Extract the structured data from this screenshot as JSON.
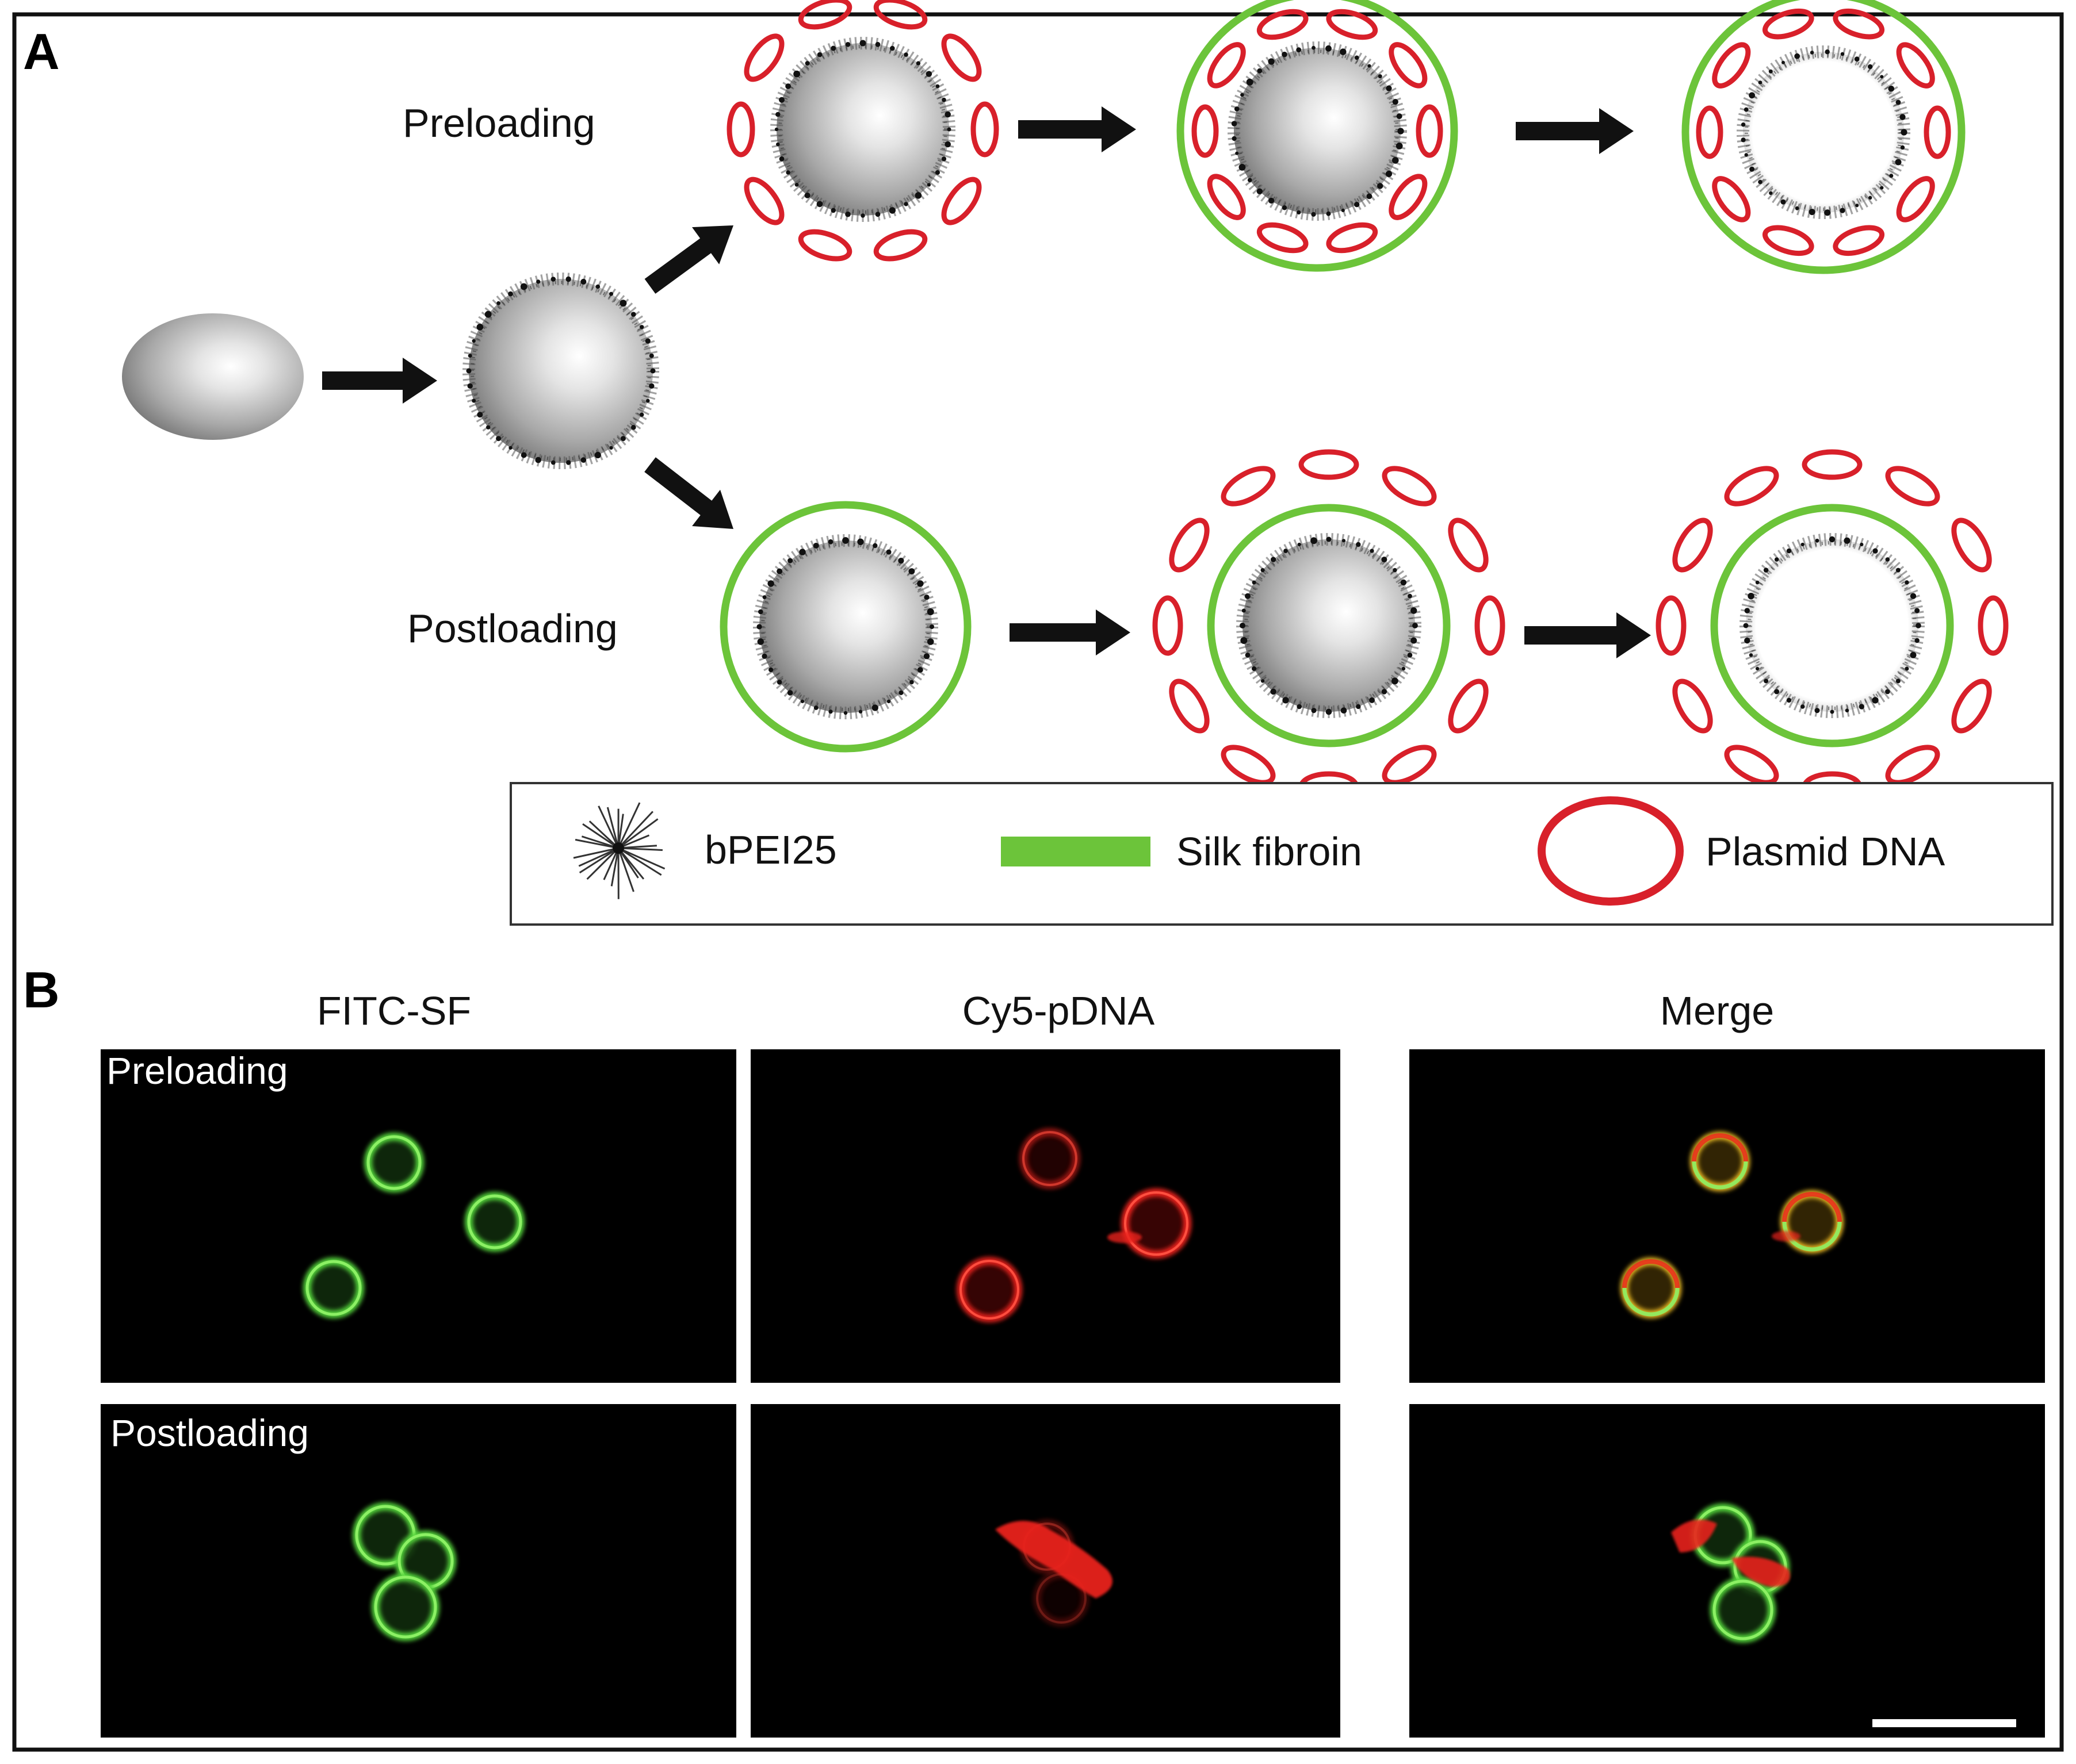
{
  "panel_a": {
    "letter": "A",
    "routes": {
      "preloading": "Preloading",
      "postloading": "Postloading"
    },
    "legend": {
      "pei": "bPEI25",
      "silk": "Silk fibroin",
      "dna": "Plasmid DNA"
    }
  },
  "panel_b": {
    "letter": "B",
    "columns": [
      "FITC-SF",
      "Cy5-pDNA",
      "Merge"
    ],
    "rows": [
      "Preloading",
      "Postloading"
    ]
  },
  "colors": {
    "silk_green": "#6cc43a",
    "dna_red": "#d8202a",
    "fitc_green": "#52d23a",
    "cy5_red": "#e8231b",
    "merge_yellow": "#e8b820",
    "arrow_black": "#111111",
    "micrograph_bg": "#000000"
  }
}
